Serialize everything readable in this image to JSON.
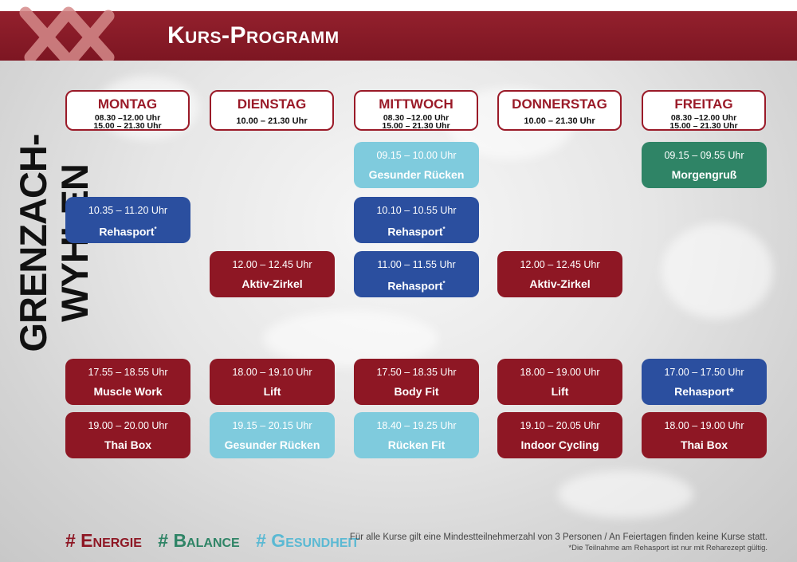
{
  "header": {
    "title": "Kurs-Programm",
    "logo_icon": "double-x-logo-icon"
  },
  "location": "GRENZACH-WYHLEN",
  "colors": {
    "energie": "#8e1724",
    "balance": "#2f8466",
    "gesundheit": "#7fcbdd",
    "rehasport": "#2b4f9f"
  },
  "days": [
    {
      "name": "MONTAG",
      "hours": [
        "08.30 –12.00 Uhr",
        "15.00 – 21.30 Uhr"
      ]
    },
    {
      "name": "DIENSTAG",
      "hours": [
        "10.00 – 21.30 Uhr"
      ]
    },
    {
      "name": "MITTWOCH",
      "hours": [
        "08.30 –12.00 Uhr",
        "15.00 – 21.30 Uhr"
      ]
    },
    {
      "name": "DONNERSTAG",
      "hours": [
        "10.00 – 21.30 Uhr"
      ]
    },
    {
      "name": "FREITAG",
      "hours": [
        "08.30 –12.00 Uhr",
        "15.00 – 21.30 Uhr"
      ]
    }
  ],
  "courses": {
    "mon_1": {
      "time": "10.35 – 11.20 Uhr",
      "name": "Rehasport",
      "mark": "*"
    },
    "mon_2": {
      "time": "17.55 – 18.55 Uhr",
      "name": "Muscle Work"
    },
    "mon_3": {
      "time": "19.00 – 20.00 Uhr",
      "name": "Thai Box"
    },
    "tue_1": {
      "time": "12.00 – 12.45 Uhr",
      "name": "Aktiv-Zirkel"
    },
    "tue_2": {
      "time": "18.00 – 19.10 Uhr",
      "name": "Lift"
    },
    "tue_3": {
      "time": "19.15 – 20.15 Uhr",
      "name": "Gesunder Rücken"
    },
    "wed_1": {
      "time": "09.15 – 10.00 Uhr",
      "name": "Gesunder Rücken"
    },
    "wed_2": {
      "time": "10.10 – 10.55 Uhr",
      "name": "Rehasport",
      "mark": "*"
    },
    "wed_3": {
      "time": "11.00 – 11.55 Uhr",
      "name": "Rehasport",
      "mark": "*"
    },
    "wed_4": {
      "time": "17.50 – 18.35 Uhr",
      "name": "Body Fit"
    },
    "wed_5": {
      "time": "18.40 – 19.25 Uhr",
      "name": "Rücken Fit"
    },
    "thu_1": {
      "time": "12.00 – 12.45 Uhr",
      "name": "Aktiv-Zirkel"
    },
    "thu_2": {
      "time": "18.00 – 19.00 Uhr",
      "name": "Lift"
    },
    "thu_3": {
      "time": "19.10 – 20.05 Uhr",
      "name": "Indoor Cycling"
    },
    "fri_1": {
      "time": "09.15 – 09.55 Uhr",
      "name": "Morgengruß"
    },
    "fri_2": {
      "time": "17.00 – 17.50 Uhr",
      "name": "Rehasport*"
    },
    "fri_3": {
      "time": "18.00 – 19.00 Uhr",
      "name": "Thai Box"
    }
  },
  "legend": [
    "# Energie",
    "# Balance",
    "# Gesundheit"
  ],
  "footnote": {
    "line1": "Für alle Kurse gilt eine Mindestteilnehmerzahl von 3 Personen / An Feiertagen finden keine Kurse statt.",
    "line2": "*Die Teilnahme am Rehasport ist nur mit Reharezept gültig."
  }
}
